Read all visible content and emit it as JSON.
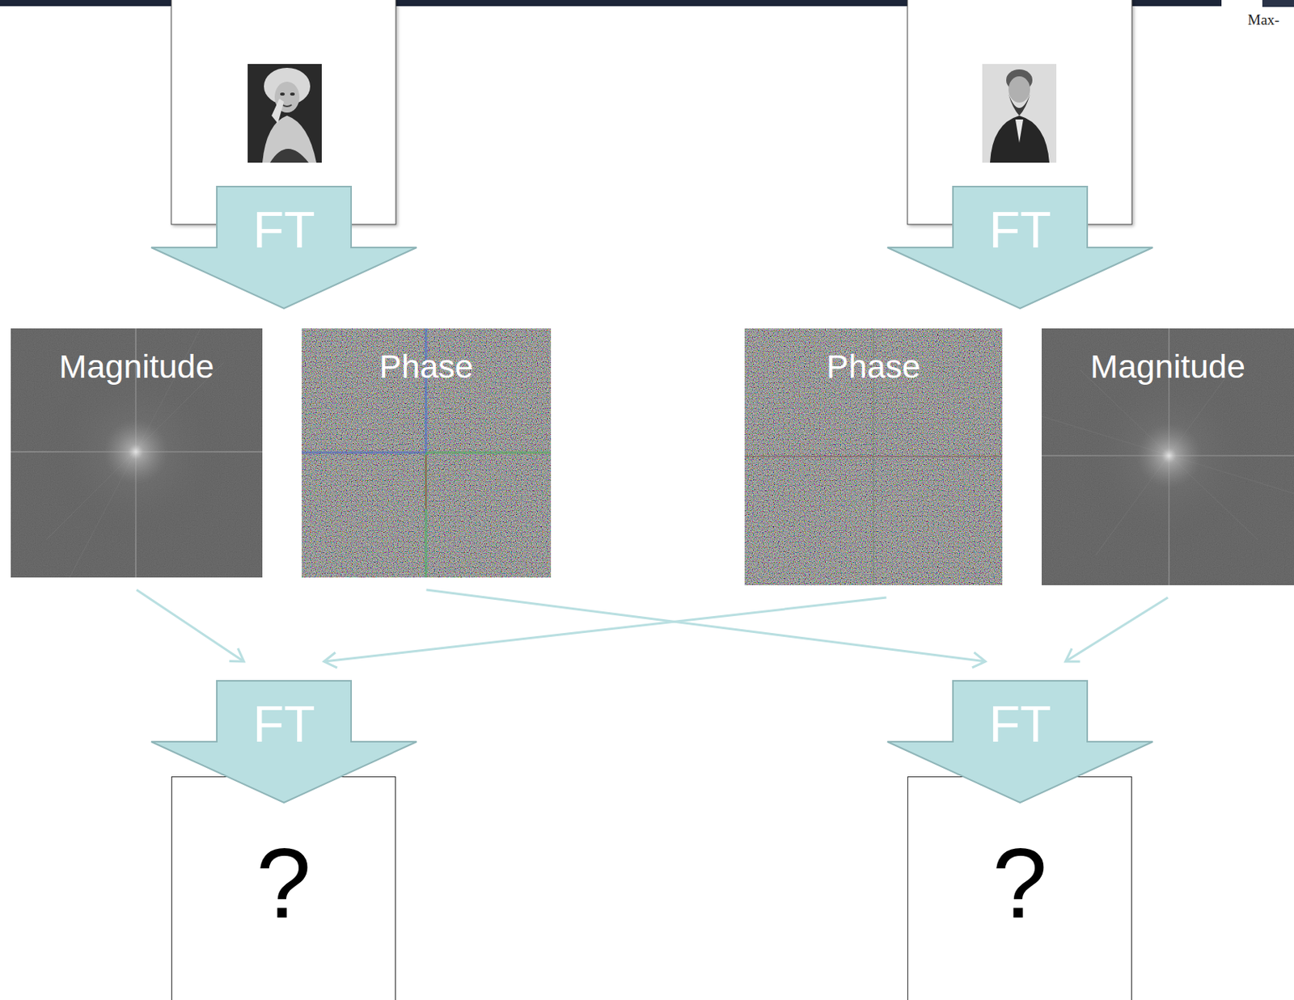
{
  "diagram": {
    "nodes": [
      {
        "text": [
          "FT"
        ]
      },
      {
        "text": [
          "FT"
        ]
      },
      {
        "text": [
          "Magnitude"
        ]
      },
      {
        "text": [
          "Phase"
        ]
      },
      {
        "text": [
          "Phase"
        ]
      },
      {
        "text": [
          "Magnitude"
        ]
      },
      {
        "text": [
          "FT"
        ]
      },
      {
        "text": [
          "FT"
        ]
      },
      {
        "text": [
          "?"
        ]
      },
      {
        "text": [
          "?"
        ]
      }
    ],
    "edges": [
      {
        "from": 2,
        "to": 6,
        "arrow": "to"
      },
      {
        "from": 3,
        "to": 7,
        "arrow": "to"
      },
      {
        "from": 4,
        "to": 6,
        "arrow": "to"
      },
      {
        "from": 5,
        "to": 7,
        "arrow": "to"
      }
    ],
    "labels": [
      "Max-"
    ]
  }
}
